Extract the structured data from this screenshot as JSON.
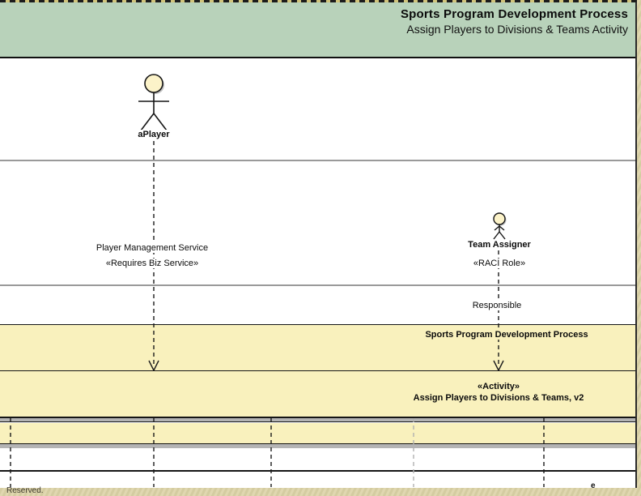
{
  "header": {
    "title": "Sports Program Development Process",
    "subtitle": "Assign Players to Divisions & Teams Activity"
  },
  "actors": {
    "aplayer": {
      "label": "aPlayer"
    },
    "team_assigner": {
      "label": "Team Assigner",
      "stereotype": "«RACI Role»",
      "raci": "Responsible"
    }
  },
  "service": {
    "name": "Player Management Service",
    "stereotype": "«Requires Biz Service»"
  },
  "process_band": {
    "label": "Sports Program Development Process"
  },
  "activity_band": {
    "stereotype": "«Activity»",
    "label": "Assign Players to Divisions & Teams, v2"
  },
  "footer": {
    "reserved": "Reserved.",
    "edge_char": "e"
  },
  "icons": {
    "aplayer_actor": "stick-figure-large",
    "team_assigner_actor": "stick-figure-small",
    "lifeline_arrowhead": "open-v-arrow"
  },
  "colors": {
    "header_green": "#b8d2ba",
    "band_yellow": "#f9f1bd",
    "actor_head_fill": "#fcf3c9",
    "page_margin_tan": "#dcd3a7",
    "lane_gray": "#9a9a9a",
    "separator_gray": "#b4b4b4",
    "line_black": "#151515"
  }
}
